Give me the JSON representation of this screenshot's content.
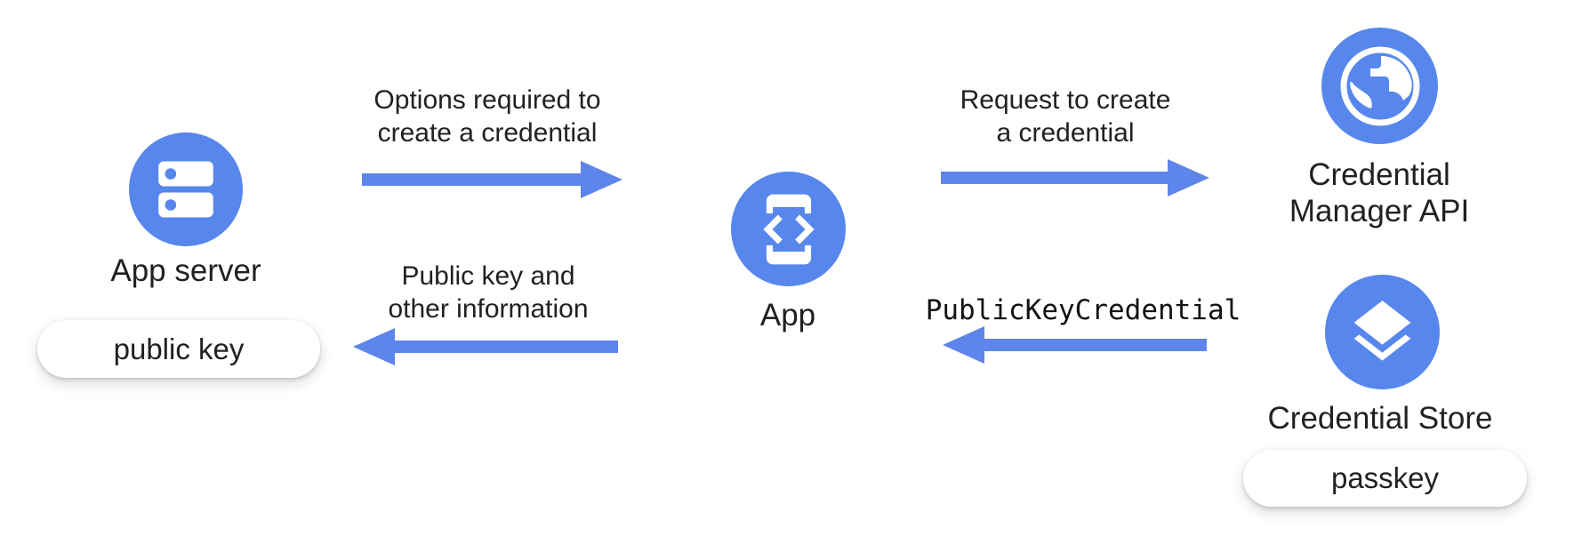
{
  "page": {
    "background": "#ffffff"
  },
  "colors": {
    "node_blue": "#5787ec",
    "arrow_blue": "#5e85ea",
    "label_dark": "#202124",
    "code_dark": "#131313",
    "pill_bg": "#ffffff"
  },
  "nodes": {
    "app_server": {
      "label": "App server",
      "icon": "server-icon",
      "badge": "public key"
    },
    "app": {
      "label": "App",
      "icon": "phone-code-icon"
    },
    "credential_manager": {
      "line1": "Credential",
      "line2": "Manager API",
      "icon": "globe-icon"
    },
    "credential_store": {
      "label": "Credential Store",
      "icon": "layers-icon",
      "badge": "passkey"
    }
  },
  "flows": {
    "options": {
      "direction": "right",
      "line1": "Options required to",
      "line2": "create a credential"
    },
    "public_key_return": {
      "direction": "left",
      "line1": "Public key and",
      "line2": "other information"
    },
    "request": {
      "direction": "right",
      "line1": "Request to create",
      "line2": "a credential"
    },
    "credential_return": {
      "direction": "left",
      "label": "PublicKeyCredential",
      "style": "code"
    }
  }
}
